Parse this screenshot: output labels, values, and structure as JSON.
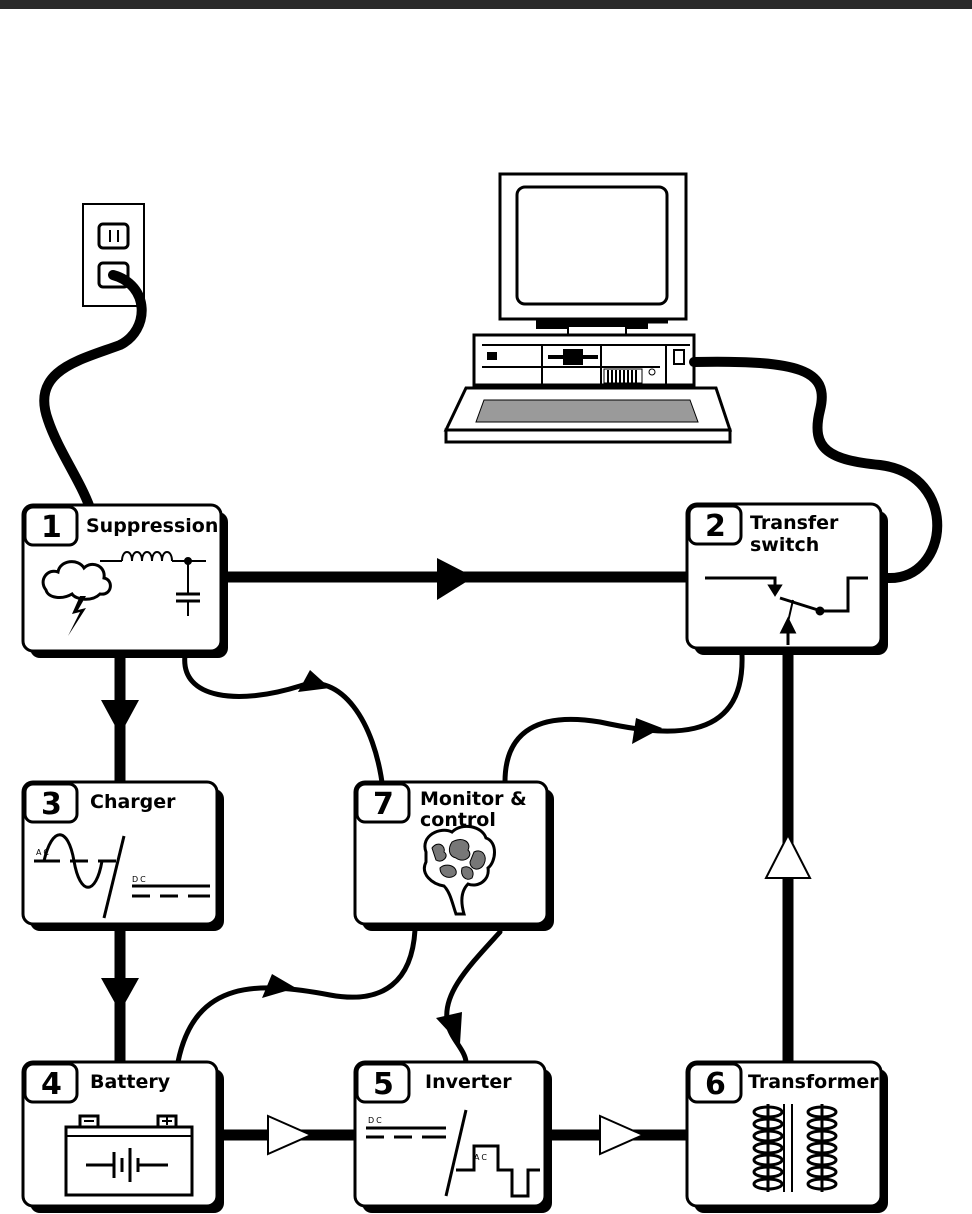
{
  "blocks": [
    {
      "number": "1",
      "label": "Suppression",
      "icon": "lightning-storm-icon"
    },
    {
      "number": "2",
      "label_line1": "Transfer",
      "label_line2": "switch",
      "icon": "switch-icon"
    },
    {
      "number": "3",
      "label": "Charger",
      "icon": "ac-to-dc-icon"
    },
    {
      "number": "4",
      "label": "Battery",
      "icon": "battery-icon"
    },
    {
      "number": "5",
      "label": "Inverter",
      "icon": "dc-to-ac-icon"
    },
    {
      "number": "6",
      "label": "Transformer",
      "icon": "coil-icon"
    },
    {
      "number": "7",
      "label_line1": "Monitor &",
      "label_line2": "control",
      "icon": "brain-icon"
    }
  ],
  "signal_labels": {
    "ac": "AC",
    "dc": "DC"
  },
  "colors": {
    "ink": "#000000",
    "paper": "#ffffff",
    "top_bar": "#2a2a2a",
    "screen": "#ffffff",
    "keys": "#9a9a9a"
  }
}
